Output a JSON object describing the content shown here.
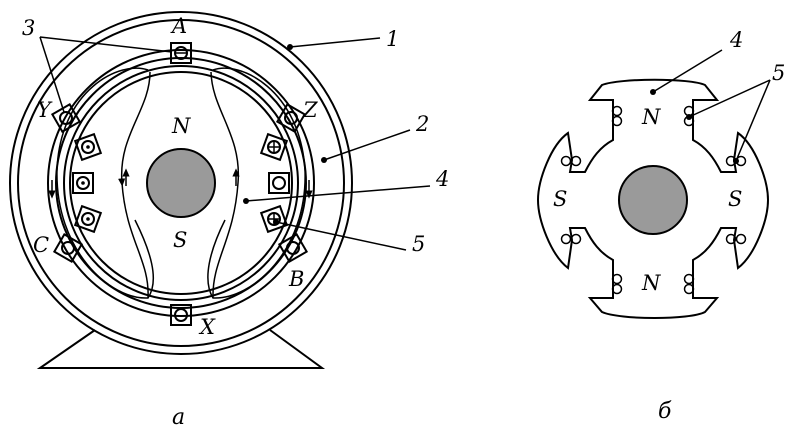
{
  "figure_a": {
    "caption": "а",
    "phase_labels": {
      "A": "A",
      "X": "X",
      "B": "B",
      "Y": "Y",
      "C": "C",
      "Z": "Z"
    },
    "pole_labels": {
      "north": "N",
      "south": "S"
    },
    "callouts": {
      "c1": "1",
      "c2": "2",
      "c3": "3",
      "c4": "4",
      "c5": "5"
    }
  },
  "figure_b": {
    "caption": "б",
    "pole_labels": {
      "top": "N",
      "bottom": "N",
      "left": "S",
      "right": "S"
    },
    "callouts": {
      "c4": "4",
      "c5": "5"
    }
  },
  "colors": {
    "line": "#000000",
    "shaft": "#9a9a9a",
    "background": "#ffffff"
  }
}
